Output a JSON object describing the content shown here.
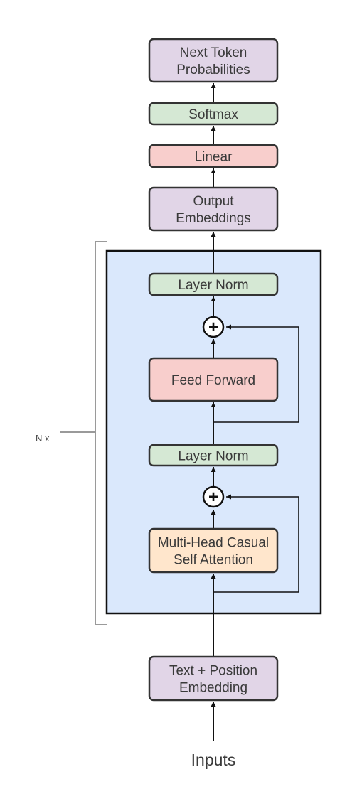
{
  "colors": {
    "purple": "#e1d5e7",
    "green": "#d5e8d4",
    "red": "#f8cecc",
    "orange": "#ffe6cc",
    "block_fill": "#dae8fc",
    "block_stroke": "#111111",
    "bracket": "#9a9a9a"
  },
  "nodes": {
    "next_token": {
      "lines": [
        "Next Token",
        "Probabilities"
      ]
    },
    "softmax": {
      "lines": [
        "Softmax"
      ]
    },
    "linear": {
      "lines": [
        "Linear"
      ]
    },
    "output_embeddings": {
      "lines": [
        "Output",
        "Embeddings"
      ]
    },
    "layer_norm_top": {
      "lines": [
        "Layer Norm"
      ]
    },
    "feed_forward": {
      "lines": [
        "Feed Forward"
      ]
    },
    "layer_norm_bottom": {
      "lines": [
        "Layer Norm"
      ]
    },
    "attention": {
      "lines": [
        "Multi-Head Casual",
        "Self Attention"
      ]
    },
    "embedding": {
      "lines": [
        "Text + Position",
        "Embedding"
      ]
    }
  },
  "repeat_label": "N x",
  "input_label": "Inputs",
  "add_symbol": "+"
}
